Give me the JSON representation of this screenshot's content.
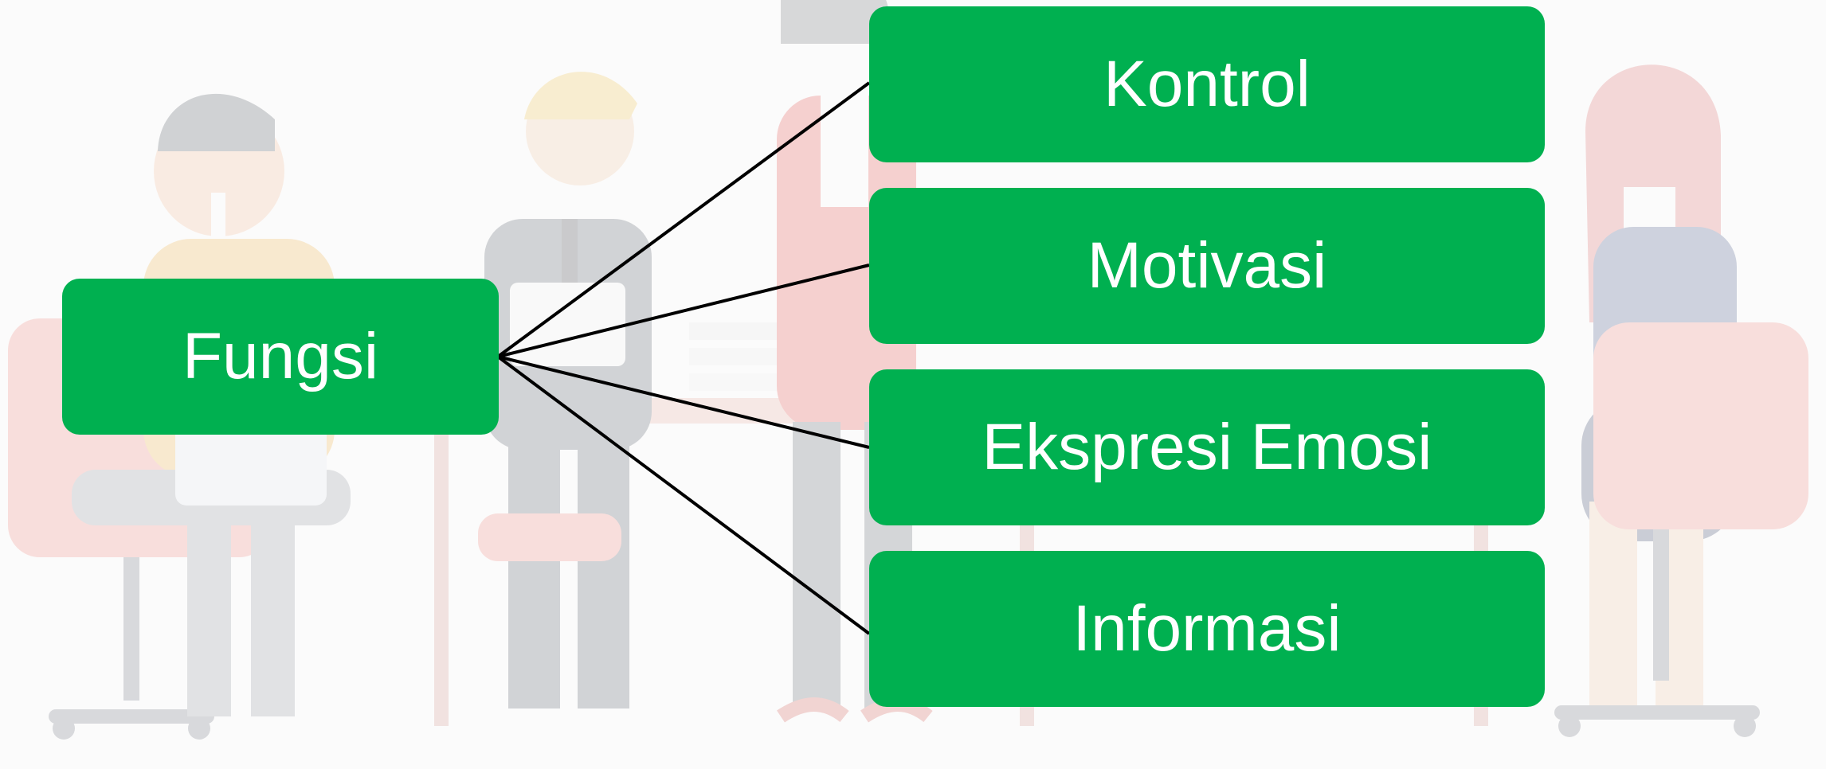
{
  "diagram": {
    "colors": {
      "node_fill": "#00b050",
      "node_text": "#ffffff",
      "connector": "#000000"
    },
    "root": {
      "label": "Fungsi"
    },
    "children": [
      {
        "label": "Kontrol"
      },
      {
        "label": "Motivasi"
      },
      {
        "label": "Ekspresi Emosi"
      },
      {
        "label": "Informasi"
      }
    ]
  }
}
